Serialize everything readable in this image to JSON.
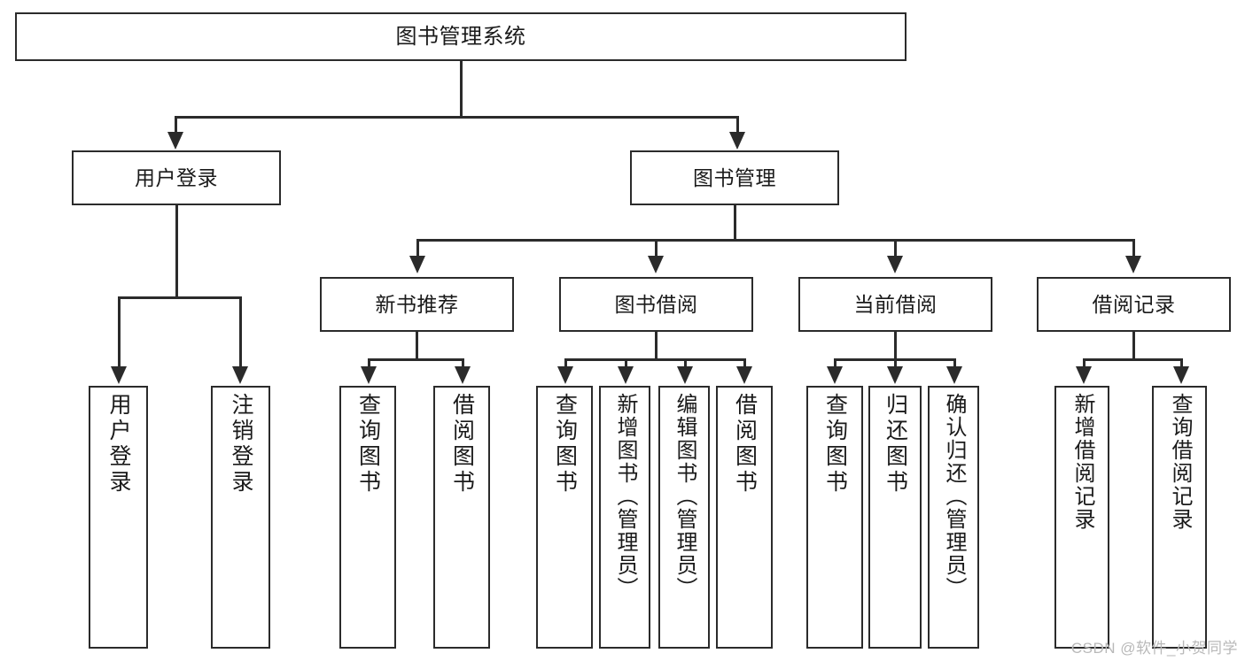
{
  "diagram": {
    "type": "tree",
    "title": "图书管理系统",
    "watermark": "CSDN @软件_小贺同学",
    "colors": {
      "box_border": "#2b2b2b",
      "box_fill": "#ffffff",
      "connector": "#2b2b2b",
      "text": "#1a1a1a",
      "watermark": "#b9b9b9",
      "background": "#ffffff"
    },
    "nodes": {
      "root": {
        "label": "图书管理系统"
      },
      "level2": [
        {
          "id": "user-login",
          "label": "用户登录"
        },
        {
          "id": "book-management",
          "label": "图书管理"
        }
      ],
      "level3": [
        {
          "id": "new-book-recommend",
          "label": "新书推荐"
        },
        {
          "id": "book-borrow",
          "label": "图书借阅"
        },
        {
          "id": "current-borrow",
          "label": "当前借阅"
        },
        {
          "id": "borrow-record",
          "label": "借阅记录"
        }
      ],
      "leaves": {
        "user_login": [
          {
            "id": "leaf-user-login",
            "label": "用户登录"
          },
          {
            "id": "leaf-logout-login",
            "label": "注销登录"
          }
        ],
        "new_book_recommend": [
          {
            "id": "leaf-query-book-1",
            "label": "查询图书"
          },
          {
            "id": "leaf-borrow-book-1",
            "label": "借阅图书"
          }
        ],
        "book_borrow": [
          {
            "id": "leaf-query-book-2",
            "label": "查询图书"
          },
          {
            "id": "leaf-add-book",
            "label": "新增图书（管理员）"
          },
          {
            "id": "leaf-edit-book",
            "label": "编辑图书（管理员）"
          },
          {
            "id": "leaf-borrow-book-2",
            "label": "借阅图书"
          }
        ],
        "current_borrow": [
          {
            "id": "leaf-query-book-3",
            "label": "查询图书"
          },
          {
            "id": "leaf-return-book",
            "label": "归还图书"
          },
          {
            "id": "leaf-confirm-return",
            "label": "确认归还（管理员）"
          }
        ],
        "borrow_record": [
          {
            "id": "leaf-add-borrow-record",
            "label": "新增借阅记录"
          },
          {
            "id": "leaf-query-borrow-record",
            "label": "查询借阅记录"
          }
        ]
      }
    }
  }
}
